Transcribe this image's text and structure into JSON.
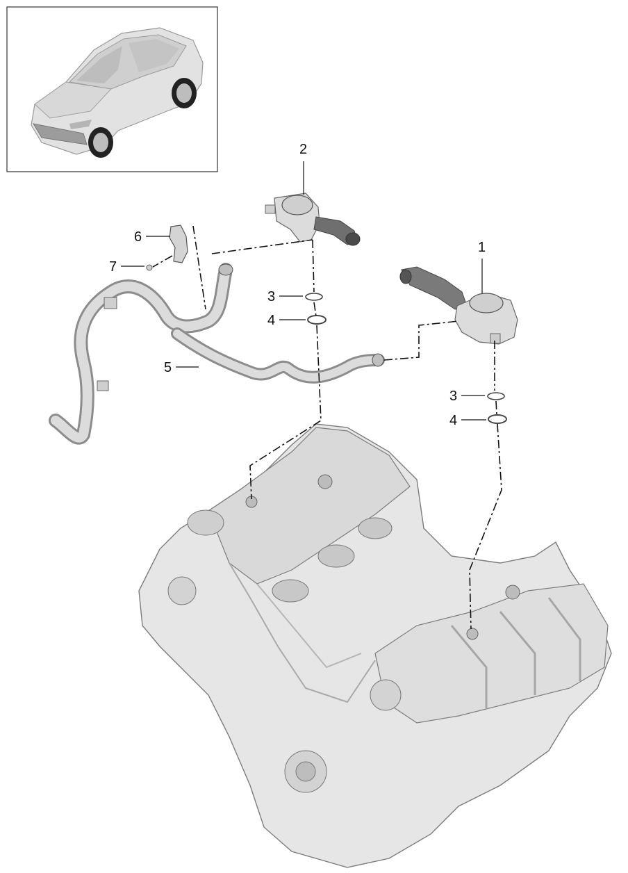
{
  "thumbnail": {
    "subject": "vehicle-overview"
  },
  "callouts": [
    {
      "id": "c1",
      "label": "1"
    },
    {
      "id": "c2",
      "label": "2"
    },
    {
      "id": "c3a",
      "label": "3"
    },
    {
      "id": "c4a",
      "label": "4"
    },
    {
      "id": "c3b",
      "label": "3"
    },
    {
      "id": "c4b",
      "label": "4"
    },
    {
      "id": "c5",
      "label": "5"
    },
    {
      "id": "c6",
      "label": "6"
    },
    {
      "id": "c7",
      "label": "7"
    }
  ],
  "colors": {
    "part_fill": "#e4e4e4",
    "part_shade": "#c9c9c9",
    "part_dark": "#8a8a8a",
    "outline": "#555555",
    "leader": "#111111"
  }
}
